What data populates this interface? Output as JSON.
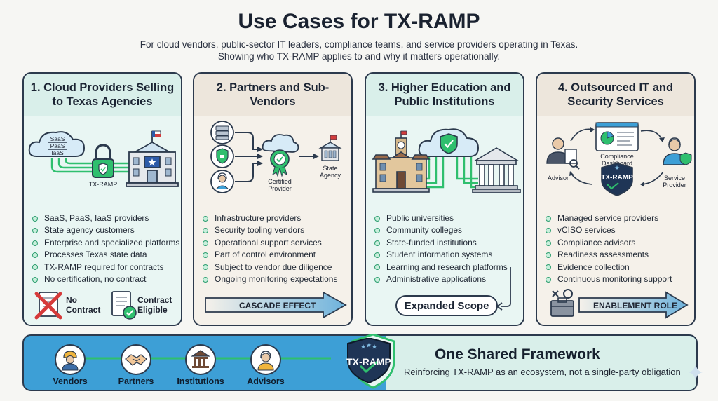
{
  "title": "Use Cases for TX-RAMP",
  "subtitle": {
    "line1": "For cloud vendors, public-sector IT leaders, compliance teams, and service providers operating in Texas.",
    "line2": "Showing who TX-RAMP applies to and why it matters operationally."
  },
  "cards": [
    {
      "heading": "1. Cloud Providers Selling to Texas Agencies",
      "illustration": {
        "cloud_labels": [
          "SaaS",
          "PaaS",
          "IaaS"
        ],
        "lock_label": "TX-RAMP"
      },
      "bullets": [
        "SaaS, PaaS, IaaS providers",
        "State agency customers",
        "Enterprise and specialized platforms",
        "Processes Texas state data",
        "TX-RAMP required for contracts",
        "No certification, no contract"
      ],
      "footer": {
        "left": "No Contract",
        "right": "Contract Eligible"
      }
    },
    {
      "heading": "2. Partners and Sub-Vendors",
      "illustration": {
        "center_label": "Certified Provider",
        "right_label": "State Agency"
      },
      "bullets": [
        "Infrastructure providers",
        "Security tooling vendors",
        "Operational support services",
        "Part of control environment",
        "Subject to vendor due diligence",
        "Ongoing monitoring expectations"
      ],
      "footer": {
        "arrow": "CASCADE EFFECT"
      }
    },
    {
      "heading": "3. Higher Education and Public Institutions",
      "bullets": [
        "Public universities",
        "Community colleges",
        "State-funded institutions",
        "Student information systems",
        "Learning and research platforms",
        "Administrative applications"
      ],
      "footer": {
        "pill": "Expanded Scope"
      }
    },
    {
      "heading": "4. Outsourced IT and Security Services",
      "illustration": {
        "dashboard_label": "Compliance Dashboard",
        "left_label": "Advisor",
        "right_label": "Service Provider",
        "badge_label": "TX-RAMP"
      },
      "bullets": [
        "Managed service providers",
        "vCISO services",
        "Compliance advisors",
        "Readiness assessments",
        "Evidence collection",
        "Continuous monitoring support"
      ],
      "footer": {
        "arrow": "ENABLEMENT ROLE"
      }
    }
  ],
  "framework": {
    "actors": [
      "Vendors",
      "Partners",
      "Institutions",
      "Advisors"
    ],
    "badge": "TX-RAMP",
    "title": "One Shared Framework",
    "subtitle": "Reinforcing TX-RAMP as an ecosystem, not a single-party obligation"
  },
  "colors": {
    "green": "#2fbf6e",
    "teal_head": "#d9efea",
    "sand_head": "#ede6dc",
    "navy": "#1f3556",
    "blue": "#3d9fd6"
  }
}
